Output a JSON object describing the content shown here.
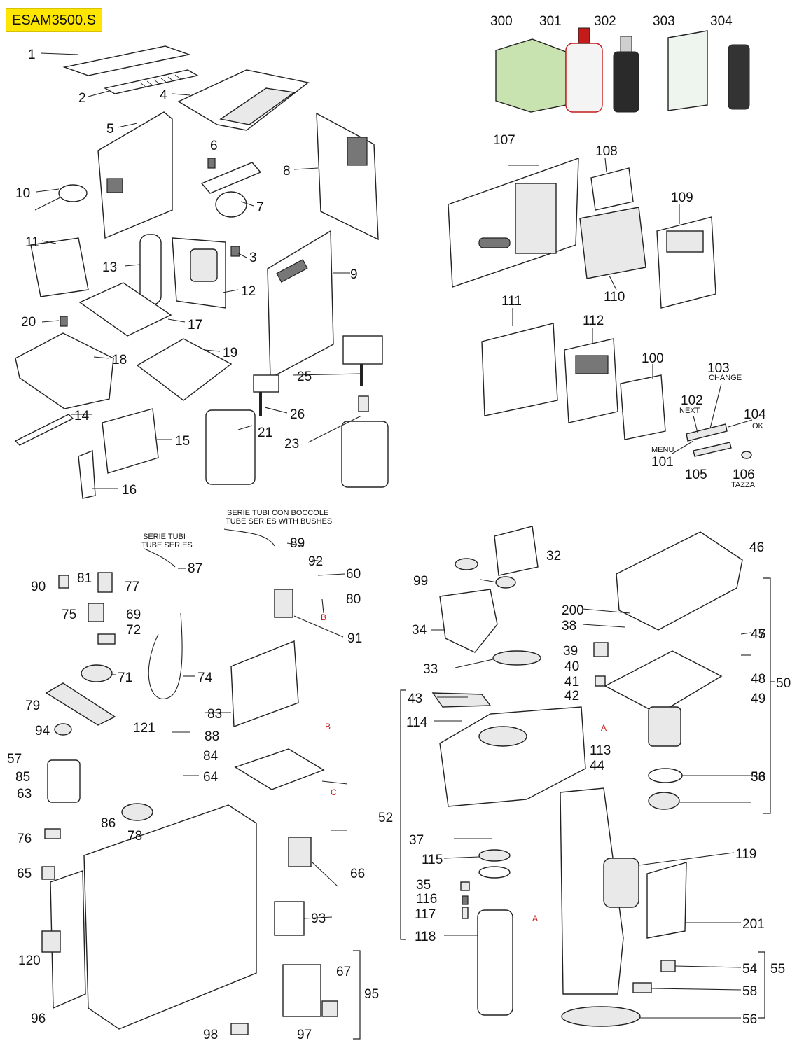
{
  "model": "ESAM3500.S",
  "accessories": [
    "300",
    "301",
    "302",
    "303",
    "304"
  ],
  "captions": {
    "tube_bushes_it": "SERIE TUBI CON BOCCOLE",
    "tube_bushes_en": "TUBE SERIES WITH BUSHES",
    "tube_it": "SERIE TUBI",
    "tube_en": "TUBE SERIES",
    "next": "NEXT",
    "change": "CHANGE",
    "ok": "OK",
    "menu": "MENU",
    "tazza": "TAZZA"
  },
  "letters": {
    "a": "A",
    "b": "B",
    "c": "C"
  },
  "colors": {
    "badge": "#ffe600",
    "marker": "#c41b1b"
  },
  "labels": [
    "1",
    "2",
    "4",
    "5",
    "6",
    "8",
    "10",
    "7",
    "11",
    "13",
    "3",
    "9",
    "12",
    "20",
    "17",
    "18",
    "19",
    "25",
    "26",
    "14",
    "21",
    "23",
    "15",
    "16",
    "107",
    "108",
    "109",
    "110",
    "111",
    "112",
    "100",
    "103",
    "102",
    "104",
    "101",
    "105",
    "106",
    "89",
    "87",
    "92",
    "60",
    "90",
    "81",
    "77",
    "80",
    "75",
    "69",
    "46",
    "72",
    "91",
    "71",
    "74",
    "79",
    "83",
    "121",
    "94",
    "88",
    "84",
    "85",
    "63",
    "64",
    "86",
    "78",
    "76",
    "65",
    "66",
    "93",
    "120",
    "67",
    "95",
    "96",
    "32",
    "97",
    "98",
    "99",
    "34",
    "33",
    "200",
    "38",
    "39",
    "40",
    "41",
    "42",
    "43",
    "114",
    "113",
    "44",
    "45",
    "47",
    "48",
    "49",
    "50",
    "53",
    "36",
    "52",
    "37",
    "115",
    "35",
    "116",
    "117",
    "118",
    "119",
    "201",
    "54",
    "55",
    "58",
    "56",
    "57"
  ]
}
